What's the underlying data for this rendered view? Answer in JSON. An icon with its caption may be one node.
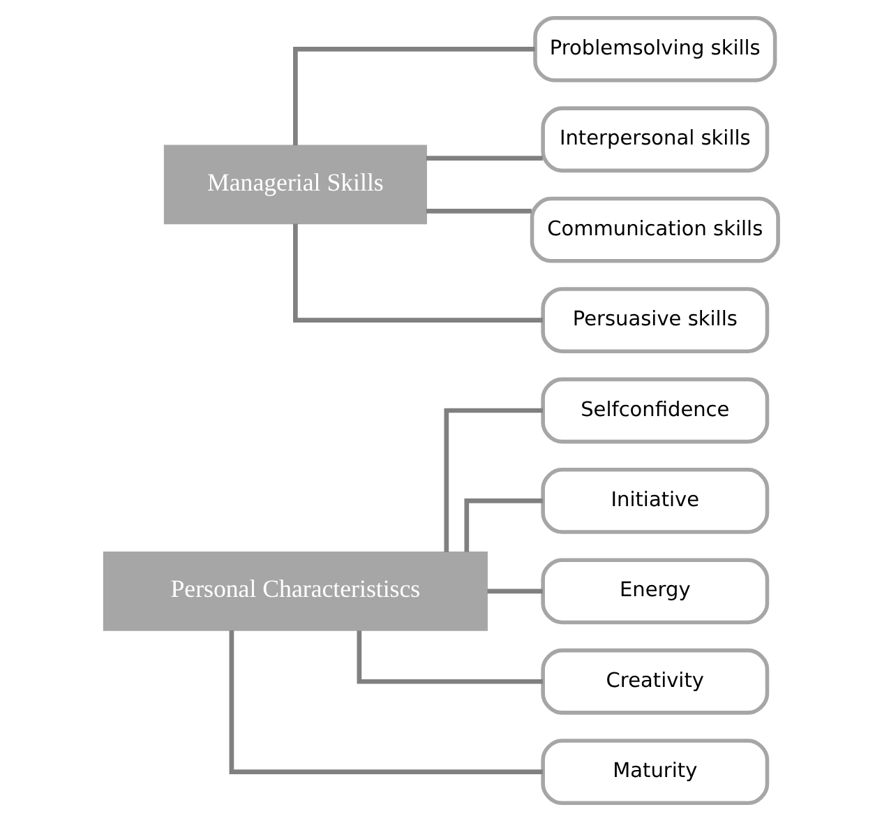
{
  "diagram": {
    "nodes": [
      {
        "text": [
          "Personal Characteristiscs"
        ]
      },
      {
        "text": [
          "Selfconfidence"
        ]
      },
      {
        "text": [
          "Initiative"
        ]
      },
      {
        "text": [
          "Energy"
        ]
      },
      {
        "text": [
          "Creativity"
        ]
      },
      {
        "text": [
          "Maturity"
        ]
      },
      {
        "text": [
          "Managerial Skills"
        ]
      },
      {
        "text": [
          "Problemsolving skills"
        ]
      },
      {
        "text": [
          "Interpersonal skills"
        ]
      },
      {
        "text": [
          "Communication skills"
        ]
      },
      {
        "text": [
          "Persuasive skills"
        ]
      }
    ],
    "edges": [
      {
        "from": 0,
        "to": 1,
        "arrow": "none"
      },
      {
        "from": 0,
        "to": 2,
        "arrow": "none"
      },
      {
        "from": 0,
        "to": 3,
        "arrow": "none"
      },
      {
        "from": 0,
        "to": 4,
        "arrow": "none"
      },
      {
        "from": 0,
        "to": 5,
        "arrow": "none"
      },
      {
        "from": 6,
        "to": 7,
        "arrow": "none"
      },
      {
        "from": 6,
        "to": 8,
        "arrow": "none"
      },
      {
        "from": 6,
        "to": 9,
        "arrow": "none"
      },
      {
        "from": 6,
        "to": 10,
        "arrow": "none"
      }
    ]
  }
}
